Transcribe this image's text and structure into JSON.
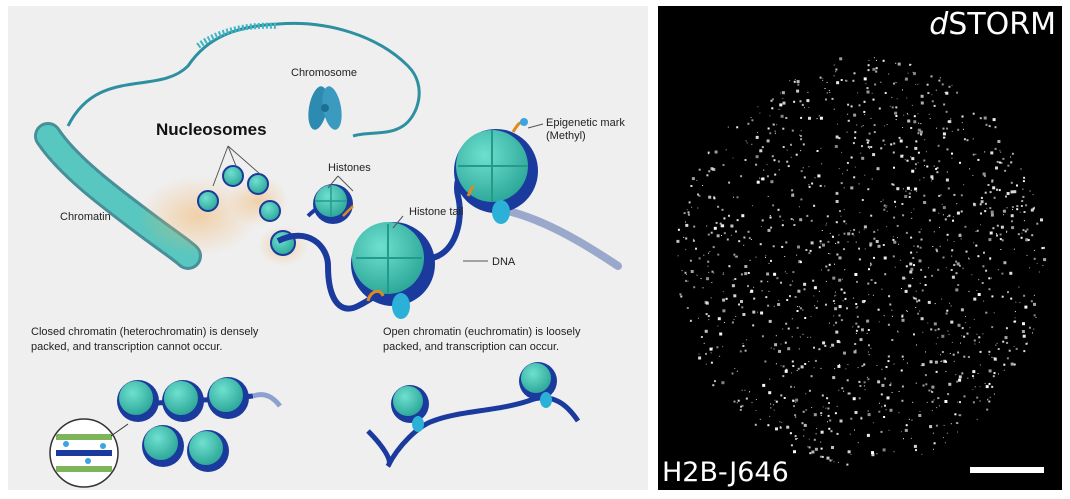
{
  "diagram": {
    "labels": {
      "chromosome": "Chromosome",
      "nucleosomes": "Nucleosomes",
      "chromatin": "Chromatin",
      "histones": "Histones",
      "epigenetic_mark_line1": "Epigenetic mark",
      "epigenetic_mark_line2": "(Methyl)",
      "histone_tail": "Histone tail",
      "dna": "DNA"
    },
    "closed_caption": {
      "line1": "Closed chromatin (heterochromatin) is densely",
      "line2": "packed, and transcription cannot occur."
    },
    "open_caption": {
      "line1": "Open chromatin (euchromatin) is loosely",
      "line2": "packed, and transcription can occur."
    },
    "colors": {
      "histone": "#3fc4b4",
      "dna": "#1b3a9e",
      "tail": "#e08a1e",
      "mark": "#3aa3e0",
      "glow": "#f2b56b"
    }
  },
  "micrograph": {
    "method_prefix": "d",
    "method_rest": "STORM",
    "probe_label": "H2B-J646",
    "scalebar_label_visible": false
  }
}
